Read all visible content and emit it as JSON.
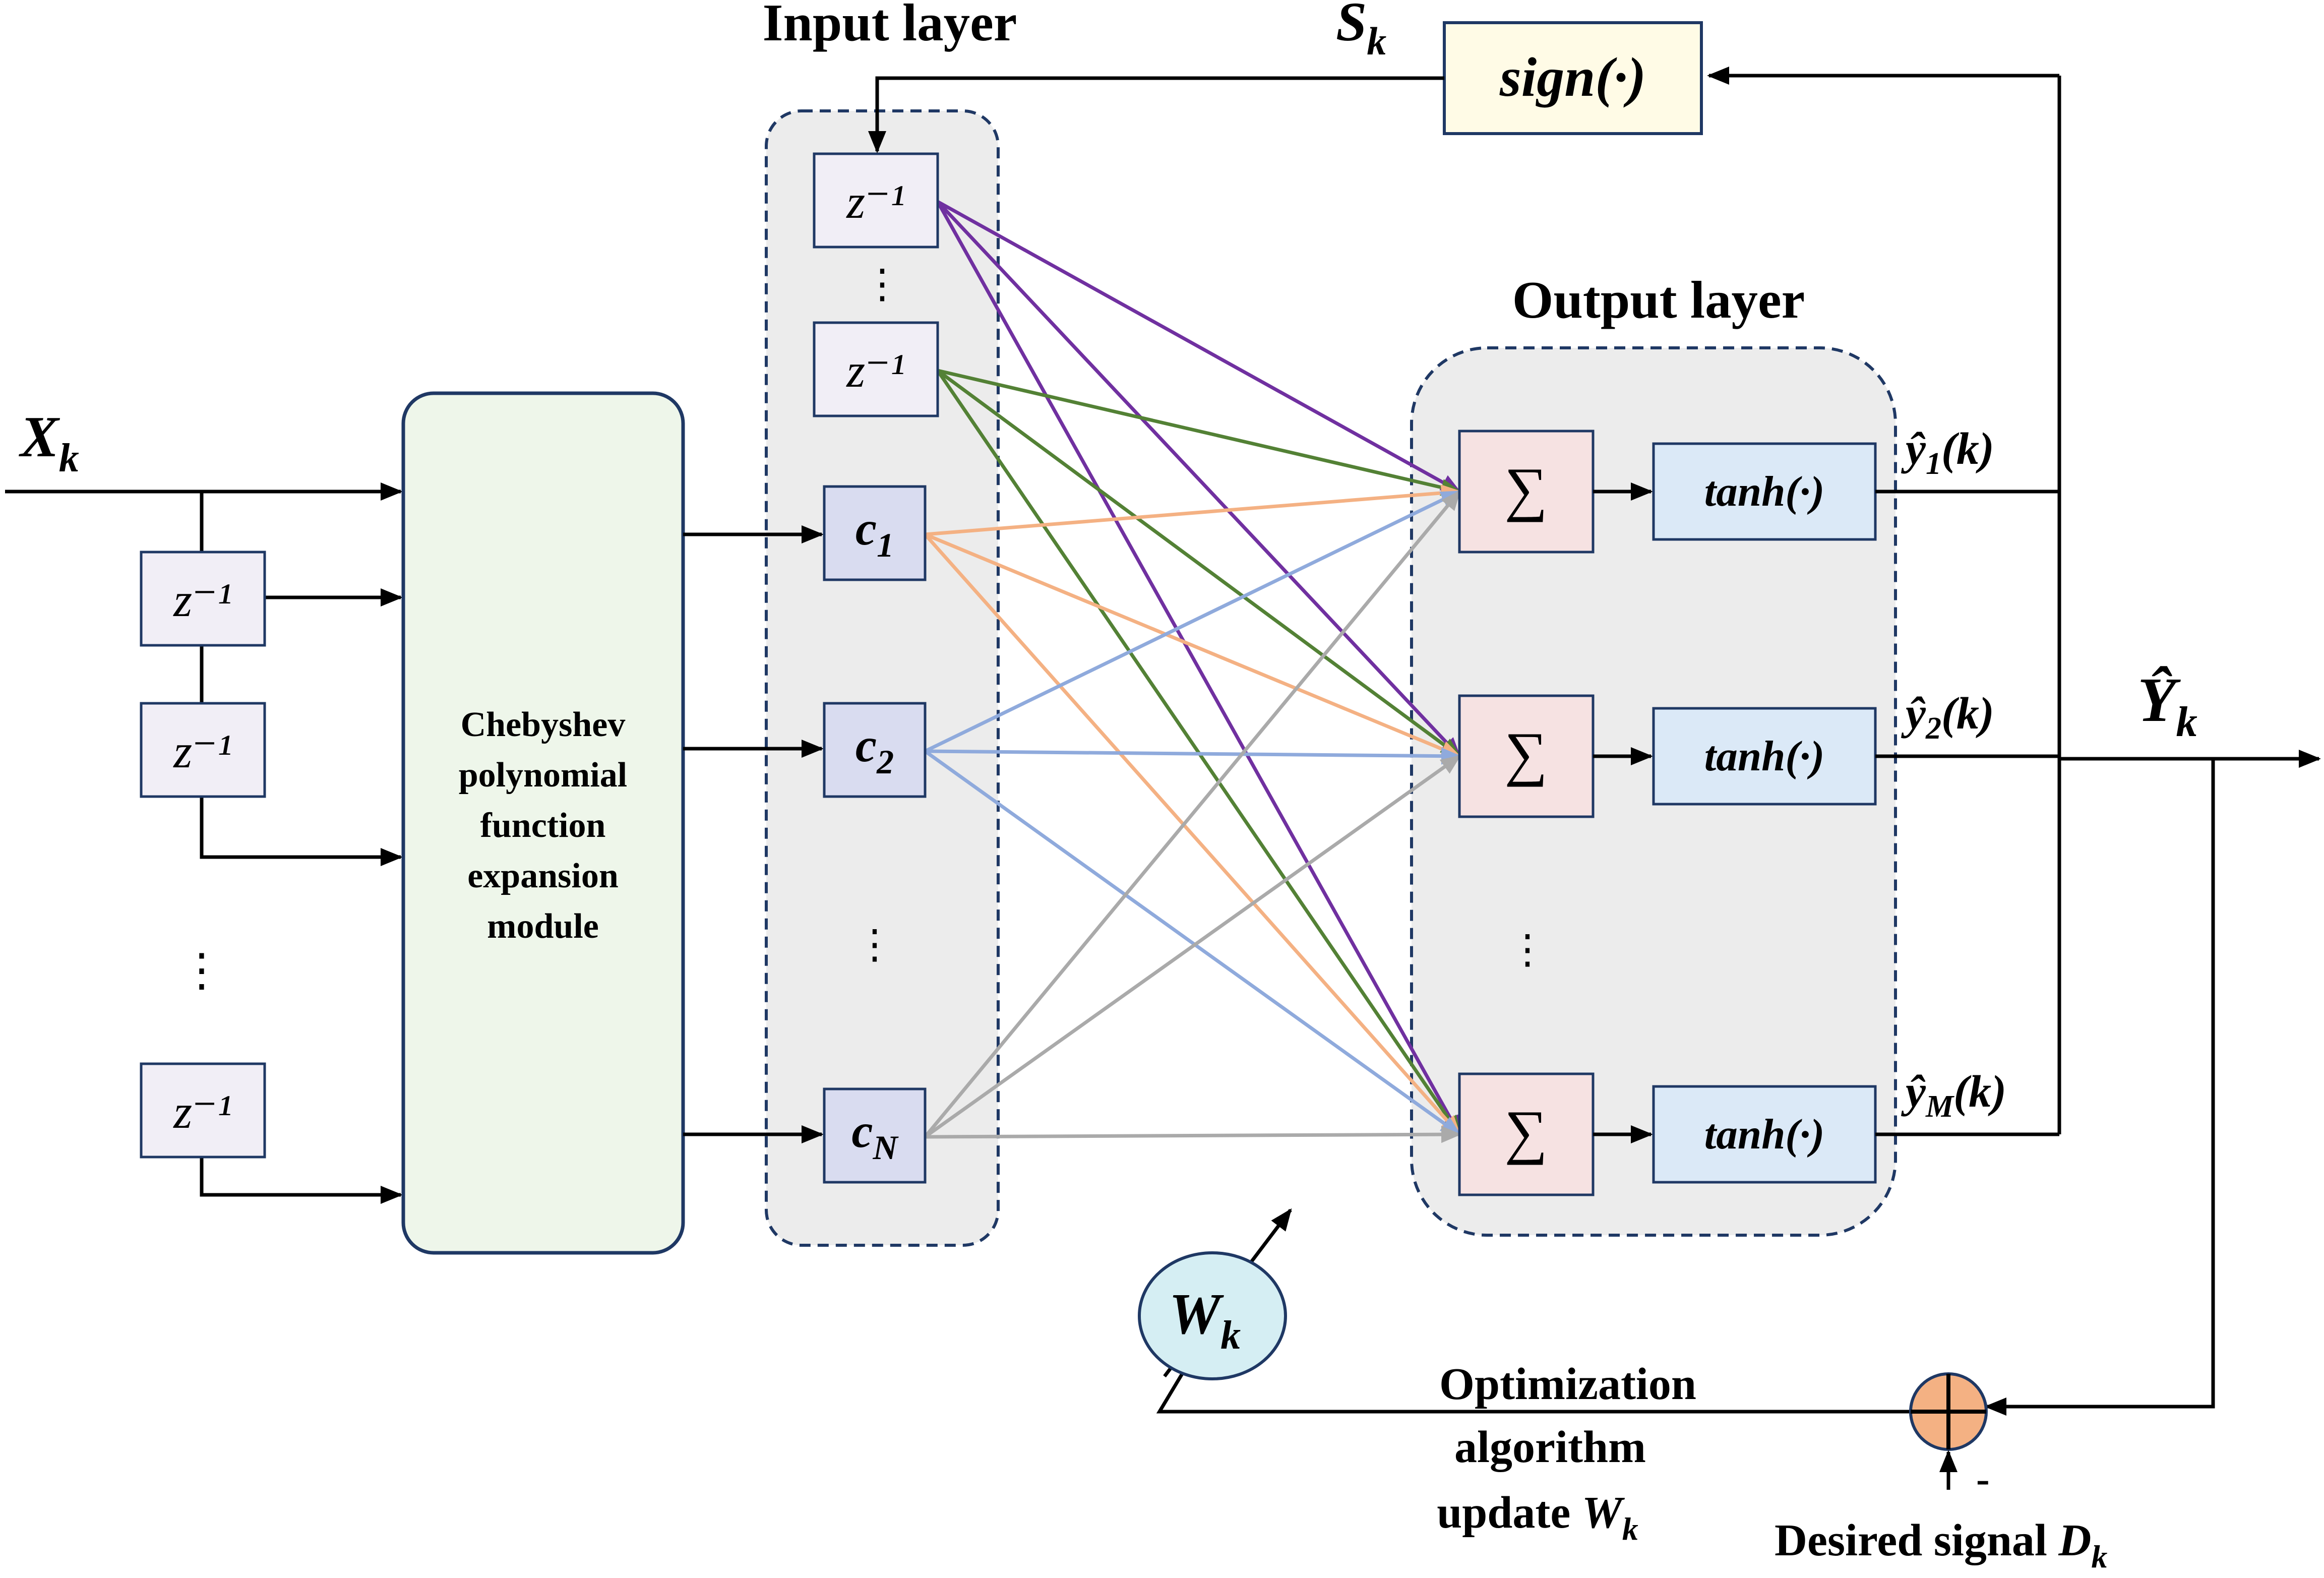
{
  "input_layer": {
    "title": "Input layer",
    "delay_labels": [
      "z⁻¹",
      "z⁻¹"
    ],
    "vdots": "⋮",
    "nodes": [
      {
        "base": "c",
        "sub": "1"
      },
      {
        "base": "c",
        "sub": "2"
      },
      {
        "base": "c",
        "sub": "N"
      }
    ]
  },
  "input_signal": {
    "base": "X",
    "sub": "k"
  },
  "delay_line": {
    "labels": [
      "z⁻¹",
      "z⁻¹",
      "z⁻¹"
    ],
    "vdots": "⋮"
  },
  "cheby_module": {
    "lines": [
      "Chebyshev",
      "polynomial",
      "function",
      "expansion",
      "module"
    ]
  },
  "sign_block": {
    "label": "sign(·)",
    "signal": {
      "base": "S",
      "sub": "k"
    }
  },
  "output_layer": {
    "title": "Output layer",
    "sum_symbol": "∑",
    "activation": "tanh(·)",
    "vdots": "⋮",
    "outputs": [
      {
        "hat": "ŷ",
        "sub": "1",
        "arg": "(k)"
      },
      {
        "hat": "ŷ",
        "sub": "2",
        "arg": "(k)"
      },
      {
        "hat": "ŷ",
        "sub": "M",
        "arg": "(k)"
      }
    ]
  },
  "output_signal": {
    "base": "Ŷ",
    "sub": "k"
  },
  "weights": {
    "base": "W",
    "sub": "k"
  },
  "optimization": {
    "lines": [
      "Optimization",
      "algorithm",
      "update"
    ],
    "var": {
      "base": "W",
      "sub": "k"
    }
  },
  "summing_junction": {
    "minus": "-"
  },
  "desired": {
    "text": "Desired signal",
    "base": "D",
    "sub": "k"
  },
  "colors": {
    "panel_fill": "#ececec",
    "panel_border": "#1f3864",
    "module_fill": "#eef6ea",
    "delay_fill": "#f1eef6",
    "node_fill": "#d9dcf0",
    "sum_fill": "#f6e2e2",
    "tanh_fill": "#dbe9f7",
    "sign_fill": "#fffbe6",
    "weights_fill": "#d5eef3",
    "junction_fill": "#f4b183",
    "purple": "#7030a0",
    "green": "#538135",
    "orange": "#f4b183",
    "blue": "#8faadc",
    "gray": "#aaaaaa"
  }
}
